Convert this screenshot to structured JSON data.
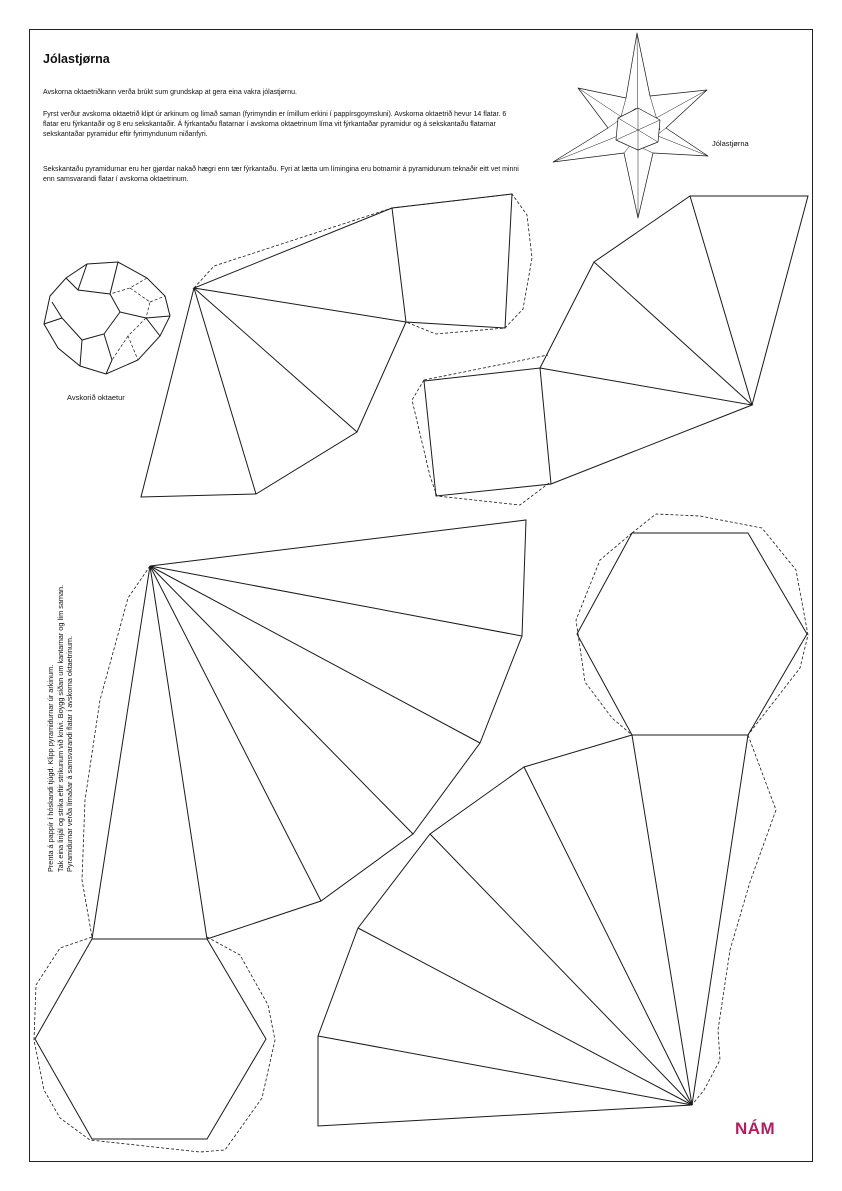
{
  "title": "Jólastjørna",
  "paragraphs": [
    "Avskorna oktaetriðkann verða brúkt sum grundskap at gera eina vakra jólastjørnu.",
    "Fyrst verður avskorna oktaetrið klipt úr arkinum og límað saman (fyrimyndin er ímillum erkini í pappírsgoymsluni). Avskorna oktaetrið hevur 14 flatar. 6 flatar eru fýrkantaðir og 8 eru sekskantaðir. Á fýrkantaðu flatarnar í avskorna oktaetrinum líma vit fýrkantaðar pyramidur og á sekskantaðu flatarnar sekskantaðar pyramidur eftir fyrimyndunum niðanfyri.",
    "Sekskantaðu pyramidurnar eru her gjørdar nakað hægri enn tær fýrkantaðu. Fyri at lætta um límingina eru botnarnir á pyramidunum teknaðir eitt vet minni enn samsvarandi flatar í avskorna oktaetrinum."
  ],
  "captions": {
    "star": "Jólastjørna",
    "octahedron": "Avskorið oktaetur"
  },
  "side_note": [
    "Prenta á pappír í hóskandi tjúgd. Klipp pyramidurnar úr arkinum.",
    "Tak eina linjál og strika eftir strikunum við knívi. Boygg síðan um kantarnar og lím saman.",
    "Pyramidurnar verða límaðar á samsvarandi flatar í avskorna oktaetrinum."
  ],
  "logo": "NÁM",
  "colors": {
    "logo": "#b01f61",
    "line": "#1a1a1a"
  }
}
